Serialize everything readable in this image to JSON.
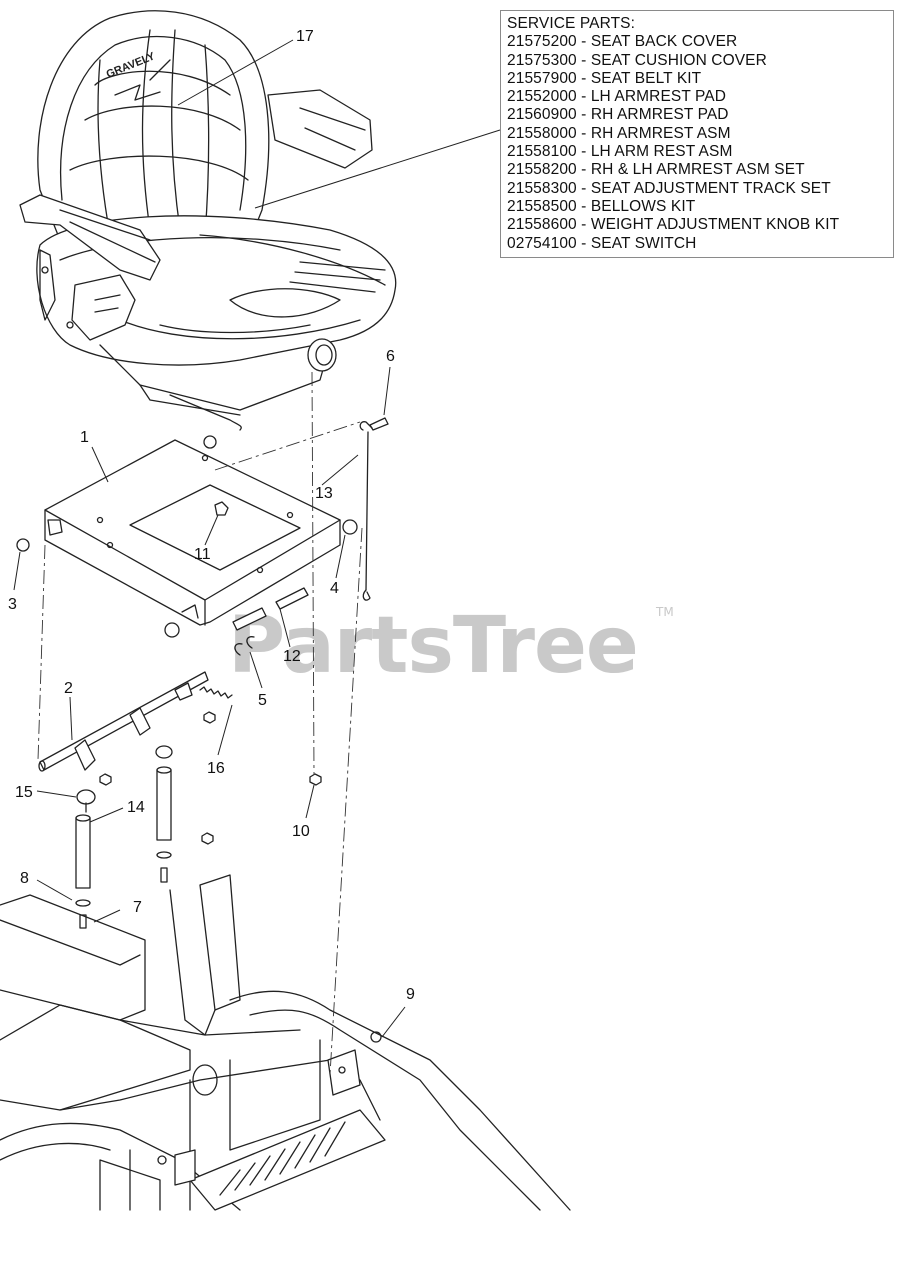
{
  "service_parts": {
    "title": "SERVICE PARTS:",
    "items": [
      "21575200 - SEAT BACK COVER",
      "21575300 - SEAT CUSHION COVER",
      "21557900 - SEAT BELT KIT",
      "21552000 - LH ARMREST PAD",
      "21560900 - RH ARMREST PAD",
      "21558000 - RH ARMREST ASM",
      "21558100 - LH ARM REST ASM",
      "21558200 - RH & LH ARMREST ASM SET",
      "21558300 - SEAT ADJUSTMENT TRACK SET",
      "21558500 - BELLOWS KIT",
      "21558600 - WEIGHT ADJUSTMENT KNOB KIT",
      "02754100 - SEAT SWITCH"
    ]
  },
  "callouts": {
    "c1": "1",
    "c2": "2",
    "c3": "3",
    "c4": "4",
    "c5": "5",
    "c6": "6",
    "c7": "7",
    "c8": "8",
    "c9": "9",
    "c10": "10",
    "c11": "11",
    "c12": "12",
    "c13": "13",
    "c14": "14",
    "c15": "15",
    "c16": "16",
    "c17": "17"
  },
  "seat_logo": "GRAVELY",
  "watermark": {
    "text": "PartsTree",
    "tm": "TM"
  }
}
